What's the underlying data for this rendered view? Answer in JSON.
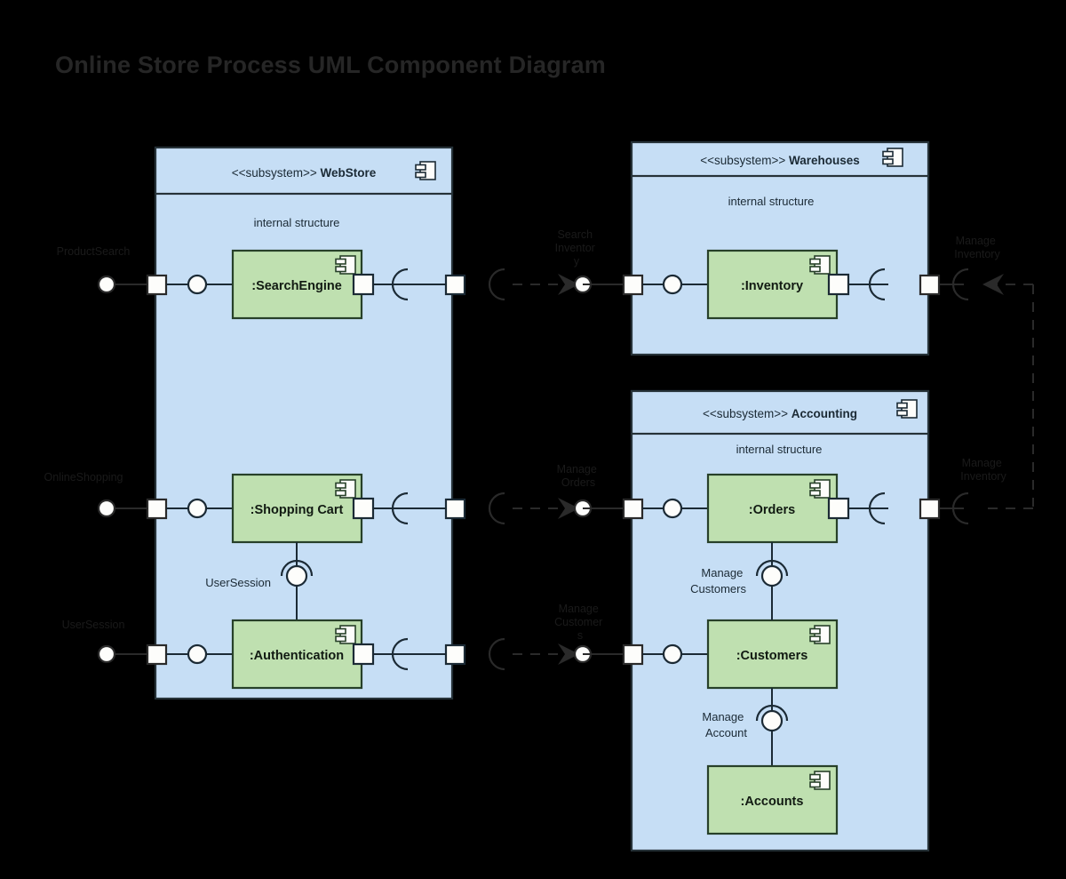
{
  "title": "Online Store Process UML Component Diagram",
  "colors": {
    "background": "#000000",
    "title_text": "#262626",
    "subsystem_fill": "#c6def5",
    "subsystem_stroke": "#263238",
    "component_fill": "#bfe0b0",
    "component_stroke": "#274029",
    "connector_stroke": "#1b2a35",
    "outside_connector_stroke": "#2a2a2a"
  },
  "stereotype": "<<subsystem>>",
  "internal_structure_label": "internal structure",
  "subsystems": [
    {
      "id": "webstore",
      "name": "WebStore",
      "stereotype": "<<subsystem>>",
      "internal_label": "internal structure",
      "icon": "component-icon",
      "components": [
        {
          "id": "searchengine",
          "name": ":SearchEngine",
          "icon": "component-icon"
        },
        {
          "id": "shoppingcart",
          "name": ":Shopping Cart",
          "icon": "component-icon"
        },
        {
          "id": "authentication",
          "name": ":Authentication",
          "icon": "component-icon"
        }
      ]
    },
    {
      "id": "warehouses",
      "name": "Warehouses",
      "stereotype": "<<subsystem>>",
      "internal_label": "internal structure",
      "icon": "component-icon",
      "components": [
        {
          "id": "inventory",
          "name": ":Inventory",
          "icon": "component-icon"
        }
      ]
    },
    {
      "id": "accounting",
      "name": "Accounting",
      "stereotype": "<<subsystem>>",
      "internal_label": "internal structure",
      "icon": "component-icon",
      "components": [
        {
          "id": "orders",
          "name": ":Orders",
          "icon": "component-icon"
        },
        {
          "id": "customers",
          "name": ":Customers",
          "icon": "component-icon"
        },
        {
          "id": "accounts",
          "name": ":Accounts",
          "icon": "component-icon"
        }
      ]
    }
  ],
  "external_interfaces": [
    {
      "id": "productsearch",
      "label": "ProductSearch",
      "target": ":SearchEngine"
    },
    {
      "id": "onlineshopping",
      "label": "OnlineShopping",
      "target": ":Shopping Cart"
    },
    {
      "id": "usersession-ext",
      "label": "UserSession",
      "target": ":Authentication"
    }
  ],
  "internal_assembly_connectors": [
    {
      "id": "usersession",
      "label": "UserSession",
      "from": ":Shopping Cart",
      "to": ":Authentication"
    },
    {
      "id": "manage-customers",
      "label_lines": [
        "Manage",
        "Customers"
      ],
      "label": "Manage Customers",
      "from": ":Orders",
      "to": ":Customers"
    },
    {
      "id": "manage-account",
      "label_lines": [
        "Manage",
        "Account"
      ],
      "label": "Manage Account",
      "from": ":Customers",
      "to": ":Accounts"
    }
  ],
  "dependency_connectors": [
    {
      "id": "search-inventory",
      "label_lines": [
        "Search",
        "Inventor",
        "y"
      ],
      "label": "Search Inventory",
      "from": "WebStore",
      "to": "Warehouses",
      "direction": "right"
    },
    {
      "id": "manage-orders",
      "label_lines": [
        "Manage",
        "Orders"
      ],
      "label": "Manage Orders",
      "from": "WebStore",
      "to": "Accounting",
      "direction": "right"
    },
    {
      "id": "manage-customers-cross",
      "label_lines": [
        "Manage",
        "Customer",
        "s"
      ],
      "label": "Manage Customers",
      "from": "WebStore",
      "to": "Accounting",
      "direction": "right"
    },
    {
      "id": "manage-inventory-top",
      "label_lines": [
        "Manage",
        "Inventory"
      ],
      "label": "Manage Inventory",
      "from": "Accounting",
      "to": "Warehouses",
      "direction": "left"
    },
    {
      "id": "manage-inventory-bottom",
      "label_lines": [
        "Manage",
        "Inventory"
      ],
      "label": "Manage Inventory",
      "from": "Accounting",
      "to": "Warehouses",
      "direction": "left"
    }
  ]
}
